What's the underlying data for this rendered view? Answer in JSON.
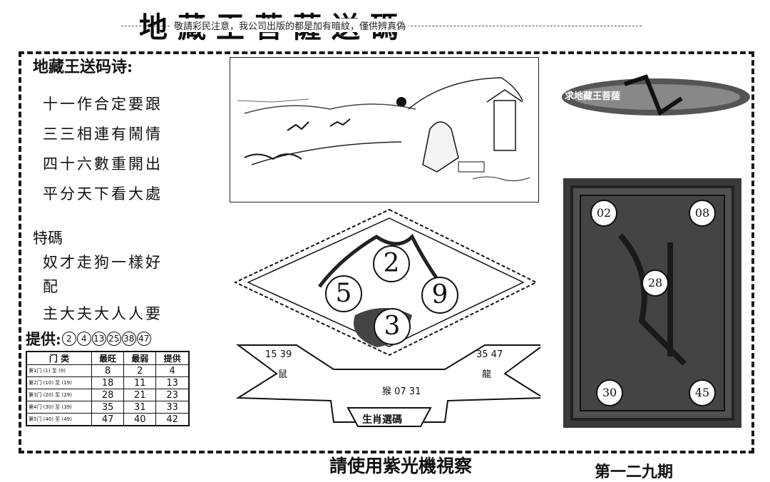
{
  "header": {
    "title": "地藏王菩薩送碼",
    "tagline": "敬請彩民注意，我公司出版的都是加有暗紋，僅供辨真偽"
  },
  "poem": {
    "heading": "地藏王送码诗:",
    "lines": [
      "十一作合定要跟",
      "三三相連有鬧情",
      "四十六數重開出",
      "平分天下看大處"
    ]
  },
  "special": {
    "heading": "特碼",
    "lines": [
      "奴才走狗一樣好",
      "配",
      "主大夫大人人要"
    ]
  },
  "provide": {
    "label": "提供:",
    "numbers": [
      "2",
      "4",
      "13",
      "25",
      "38",
      "47"
    ]
  },
  "stats_table": {
    "headers": [
      "门  类",
      "最旺",
      "最弱",
      "提供"
    ],
    "rows": [
      {
        "label": "第1门 (1) 至 (9)",
        "hot": "8",
        "weak": "2",
        "provide": "4"
      },
      {
        "label": "第2门 (10) 至 (19)",
        "hot": "18",
        "weak": "11",
        "provide": "13"
      },
      {
        "label": "第3门 (20) 至 (29)",
        "hot": "28",
        "weak": "21",
        "provide": "23"
      },
      {
        "label": "第4门 (30) 至 (39)",
        "hot": "35",
        "weak": "31",
        "provide": "33"
      },
      {
        "label": "第5门 (40) 至 (49)",
        "hot": "47",
        "weak": "40",
        "provide": "42"
      }
    ]
  },
  "seal": {
    "text": "求地藏王菩薩"
  },
  "dark_panel": {
    "balls": [
      "02",
      "08",
      "28",
      "30",
      "45"
    ]
  },
  "diamond": {
    "numbers": [
      "2",
      "5",
      "9",
      "3"
    ]
  },
  "zodiac": {
    "left_numbers": "15  39",
    "left_animal": "鼠",
    "right_numbers": "35  47",
    "right_animal": "龍",
    "center": "猴 07 31",
    "banner": "生肖選碼"
  },
  "footer": {
    "hint": "請使用紫光機視察",
    "issue": "第一二九期"
  }
}
